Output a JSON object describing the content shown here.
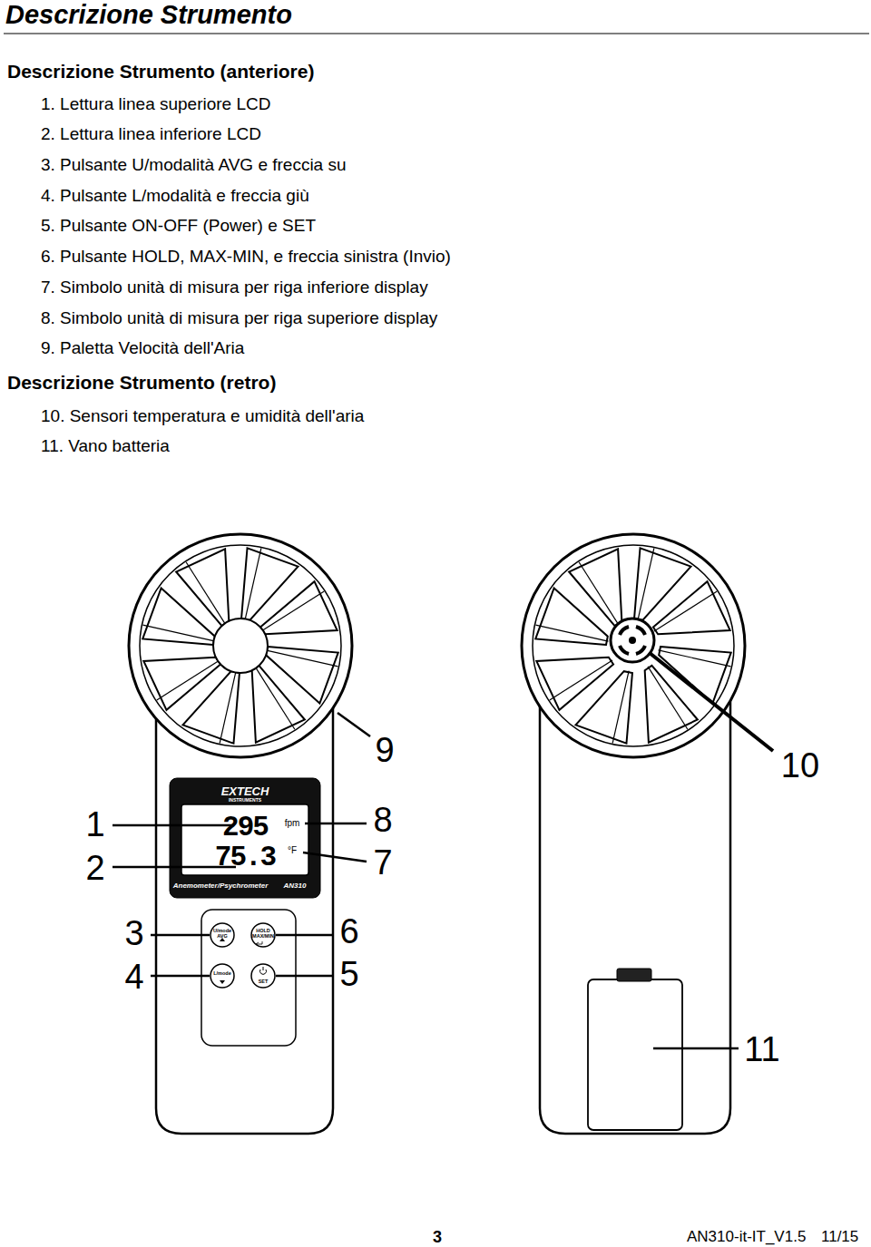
{
  "diagram": {
    "title": "Descrizione Strumento",
    "labels": [
      "Descrizione Strumento (anteriore)",
      "1. Lettura linea superiore LCD",
      "2. Lettura linea inferiore LCD",
      "3. Pulsante U/modalità AVG e freccia su",
      "4. Pulsante L/modalità e freccia giù",
      "5. Pulsante ON-OFF (Power) e SET",
      "6. Pulsante HOLD, MAX-MIN, e freccia sinistra (Invio)",
      "7. Simbolo unità di misura per riga inferiore display",
      "8. Simbolo unità di misura per riga superiore display",
      "9. Paletta Velocità dell'Aria",
      "Descrizione Strumento (retro)",
      "10. Sensori temperatura e umidità dell'aria",
      "11. Vano batteria",
      "9",
      "10",
      "1",
      "8",
      "2",
      "7",
      "3",
      "6",
      "4",
      "5",
      "11",
      "EXTECH",
      "INSTRUMENTS",
      "295",
      "fpm",
      "75.3",
      "°F",
      "Anemometer/Psychrometer",
      "AN310",
      "U/mode",
      "AVG",
      "HOLD",
      "MAX/MIN",
      "L/mode",
      "SET",
      "3",
      "AN310-it-IT_V1.5",
      "11/15"
    ]
  }
}
